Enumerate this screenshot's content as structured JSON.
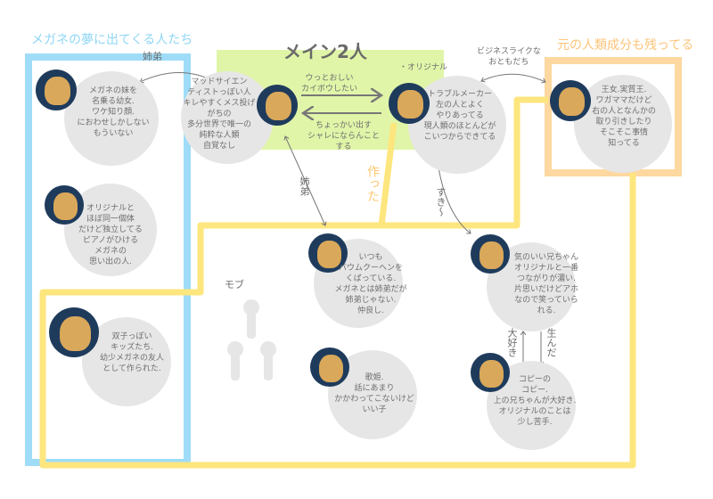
{
  "title_left": "メガネの夢に出てくる人たち",
  "title_main": "メイン2人",
  "title_right": "元の人類成分も残ってる",
  "colors": {
    "blue": "#9edcf8",
    "green": "#e0f5a8",
    "orange": "#fdd8a0",
    "yellow": "#fde67e",
    "bubble": "#e6e6e6",
    "avatar": "#1f3b5c"
  },
  "labels": {
    "siblings_top": "姉弟",
    "siblings_mid": "姉弟",
    "original": "・オリジナル",
    "annoying": "ウっとおしい\nカイボウしたい",
    "tease": "ちょっかい出す\nシャレにならんこと\nする",
    "made": "作った",
    "like": "すき〜",
    "business": "ビジネスライクな\nおともだち",
    "mob": "モブ",
    "love": "大好き",
    "gave_birth": "生んだ"
  },
  "characters": [
    {
      "text": "メガネの妹を\n名乗る幼女.\nワケ知り顔.\nにおわせしかしない\nもういない"
    },
    {
      "text": "マッドサイエン\nティストっぽい人\nキレやすくメス投げ\nがちの\n多分世界で唯一の\n純粋な人類\n自覚なし"
    },
    {
      "text": "トラブルメーカー\n左の人とよく\nやりあってる\n現人類のほとんどが\nこいつからできてる"
    },
    {
      "text": "王女.実質王.\nワガママだけど\n右の人となんかの\n取り引きしたり\nそこそこ事情\n知ってる"
    },
    {
      "text": "オリジナルと\nほぼ同一個体\nだけど独立してる\nピアノがひける\nメガネの\n思い出の人."
    },
    {
      "text": "双子っぽい\nキッズたち.\n幼少メガネの友人\nとして作られた."
    },
    {
      "text": "いつも\nバウムクーヘンを\nくばっている.\nメガネとは姉弟だが\n姉弟じゃない.\n仲良し."
    },
    {
      "text": "気のいい兄ちゃん\nオリジナルと一番\nつながりが濃い.\n片思いだけどアホ\nなので笑っていら\nれる."
    },
    {
      "text": "歌姫.\n話にあまり\nかかわってこないけど\nいい子"
    },
    {
      "text": "コピーの\nコピー.\n上の兄ちゃんが大好き.\nオリジナルのことは\n少し苦手."
    }
  ]
}
